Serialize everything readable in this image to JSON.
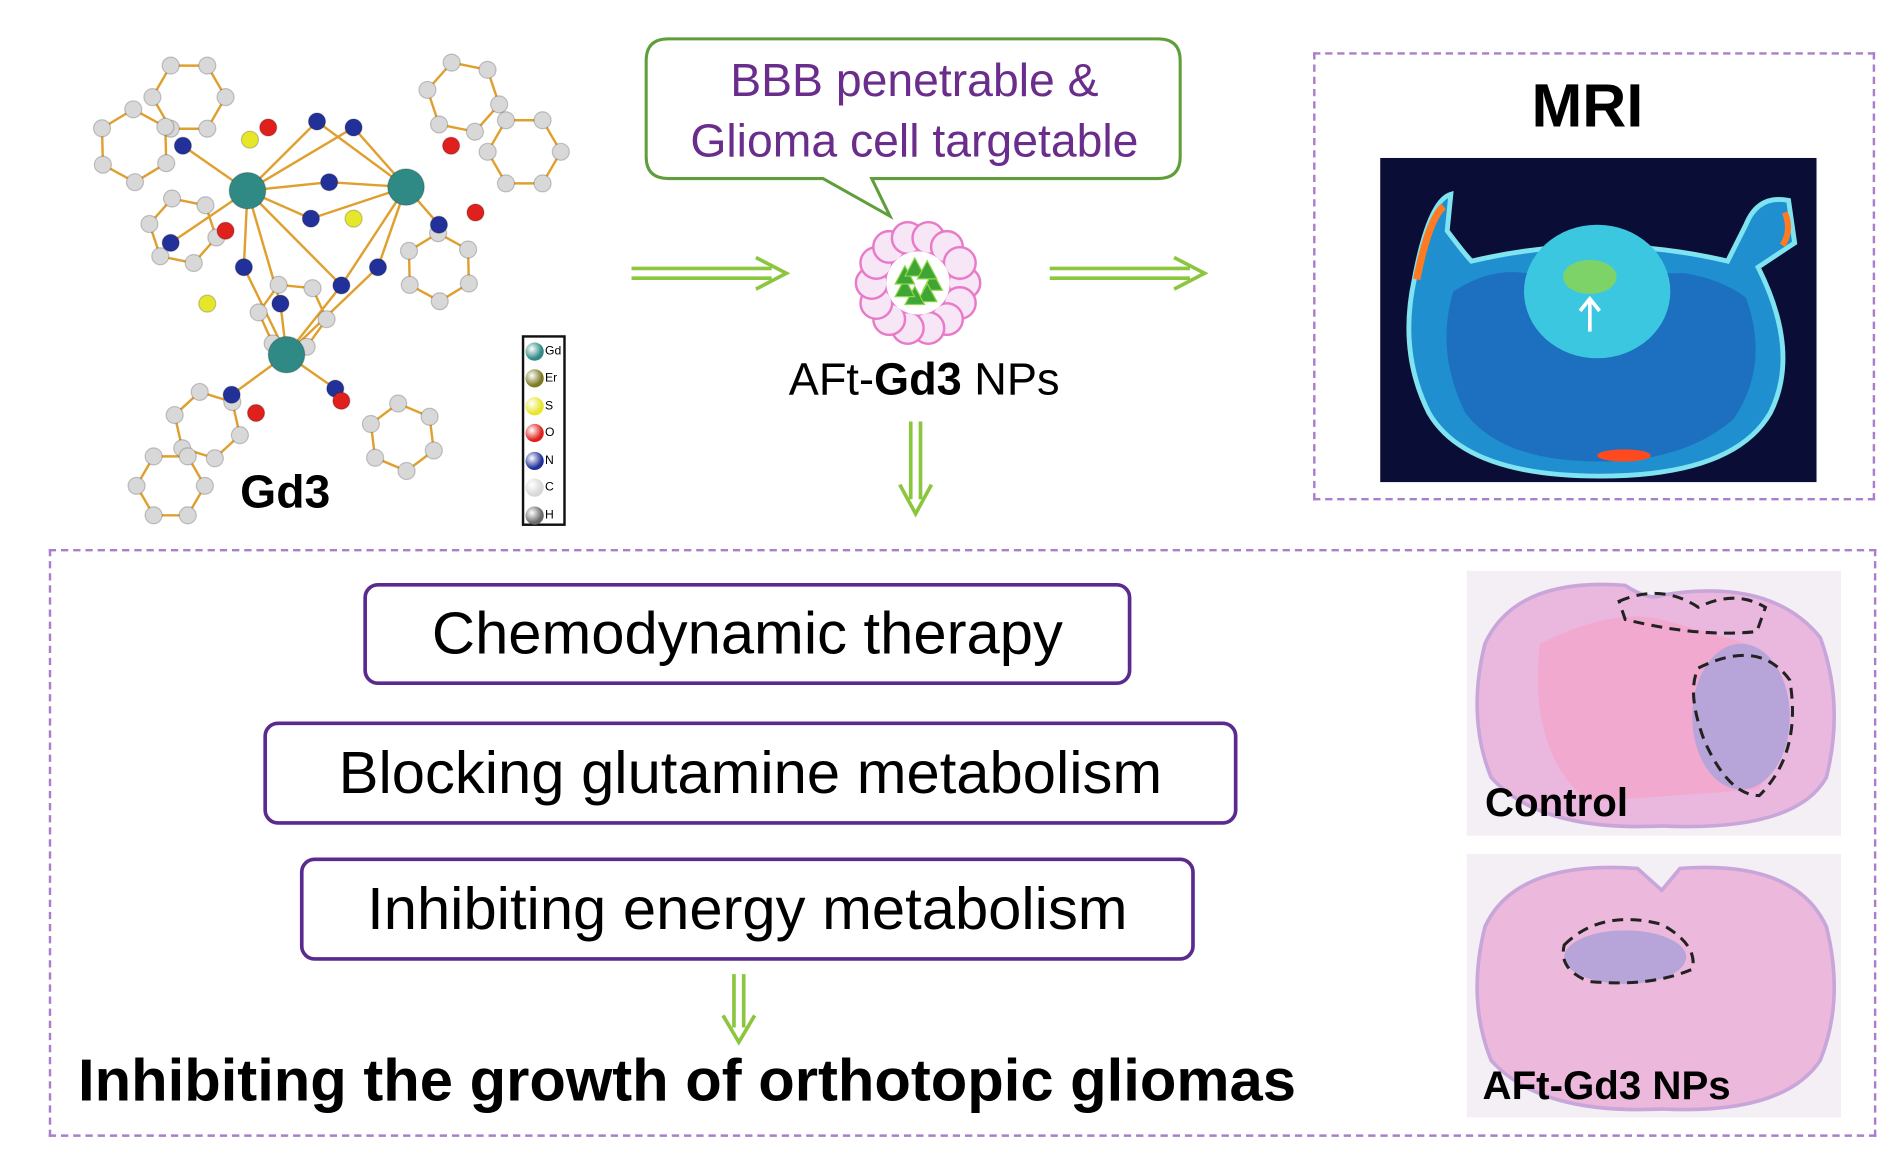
{
  "molecule": {
    "label": "Gd3"
  },
  "legend": [
    {
      "symbol": "Gd",
      "color": "#2f8a86"
    },
    {
      "symbol": "Er",
      "color": "#7d7a22"
    },
    {
      "symbol": "S",
      "color": "#e6e62a"
    },
    {
      "symbol": "O",
      "color": "#e0201c"
    },
    {
      "symbol": "N",
      "color": "#22319a"
    },
    {
      "symbol": "C",
      "color": "#d8d8d8"
    },
    {
      "symbol": "H",
      "color": "#6a6a6a"
    }
  ],
  "callout": {
    "line1": "BBB penetrable &",
    "line2": "Glioma cell targetable"
  },
  "nanoparticle": {
    "prefix": "AFt-",
    "bold": "Gd3",
    "suffix": " NPs"
  },
  "mri": {
    "title": "MRI"
  },
  "therapies": [
    "Chemodynamic therapy",
    "Blocking glutamine metabolism",
    "Inhibiting energy metabolism"
  ],
  "outcome": "Inhibiting the growth of orthotopic gliomas",
  "histology": [
    {
      "label": "Control"
    },
    {
      "label": "AFt-Gd3 NPs"
    }
  ],
  "colors": {
    "arrow": "#8cc63f",
    "dash": "#a97fcc",
    "box_border": "#5a2a8e",
    "callout_border": "#5f9e3a",
    "callout_text": "#6a2d8c"
  }
}
